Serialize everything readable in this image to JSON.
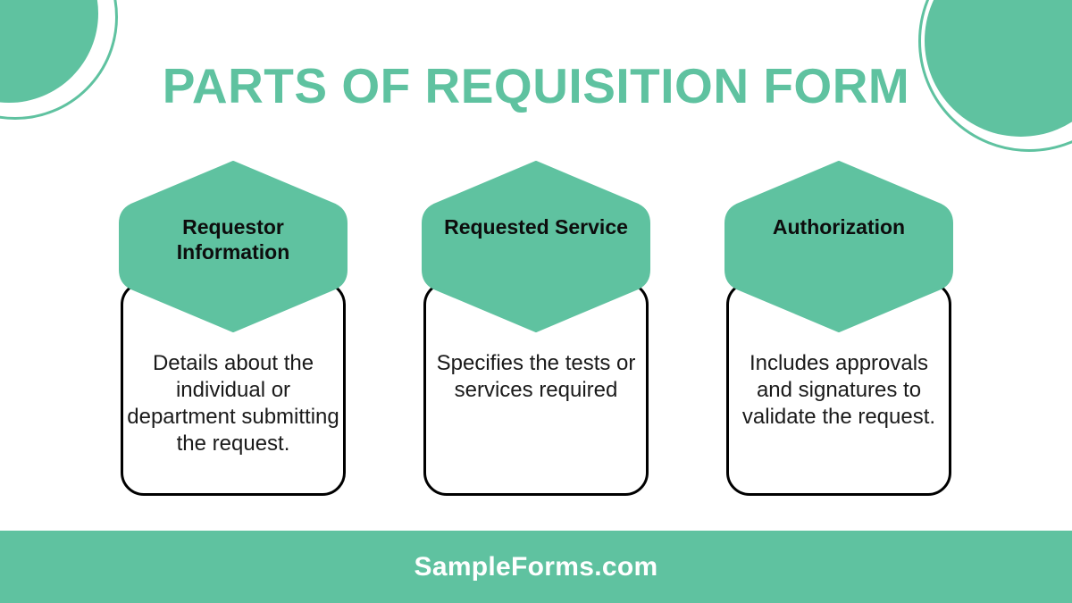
{
  "theme": {
    "accent_green": "#5FC2A0",
    "outline_black": "#000000",
    "background": "#FFFFFF",
    "text_dark": "#1A1A1A",
    "footer_text_color": "#FFFFFF"
  },
  "header": {
    "title": "PARTS OF REQUISITION FORM"
  },
  "cards": [
    {
      "heading": "Requestor Information",
      "description": "Details about the individual or department submitting the request."
    },
    {
      "heading": "Requested Service",
      "description": "Specifies the tests or services required"
    },
    {
      "heading": "Authorization",
      "description": "Includes approvals and signatures to validate the request."
    }
  ],
  "footer": {
    "brand": "SampleForms.com"
  },
  "decorations": [
    {
      "name": "top-left-filled-circle",
      "style": "filled"
    },
    {
      "name": "top-left-ring-circle",
      "style": "outline"
    },
    {
      "name": "top-right-filled-circle",
      "style": "filled"
    },
    {
      "name": "top-right-ring-circle",
      "style": "outline"
    }
  ]
}
